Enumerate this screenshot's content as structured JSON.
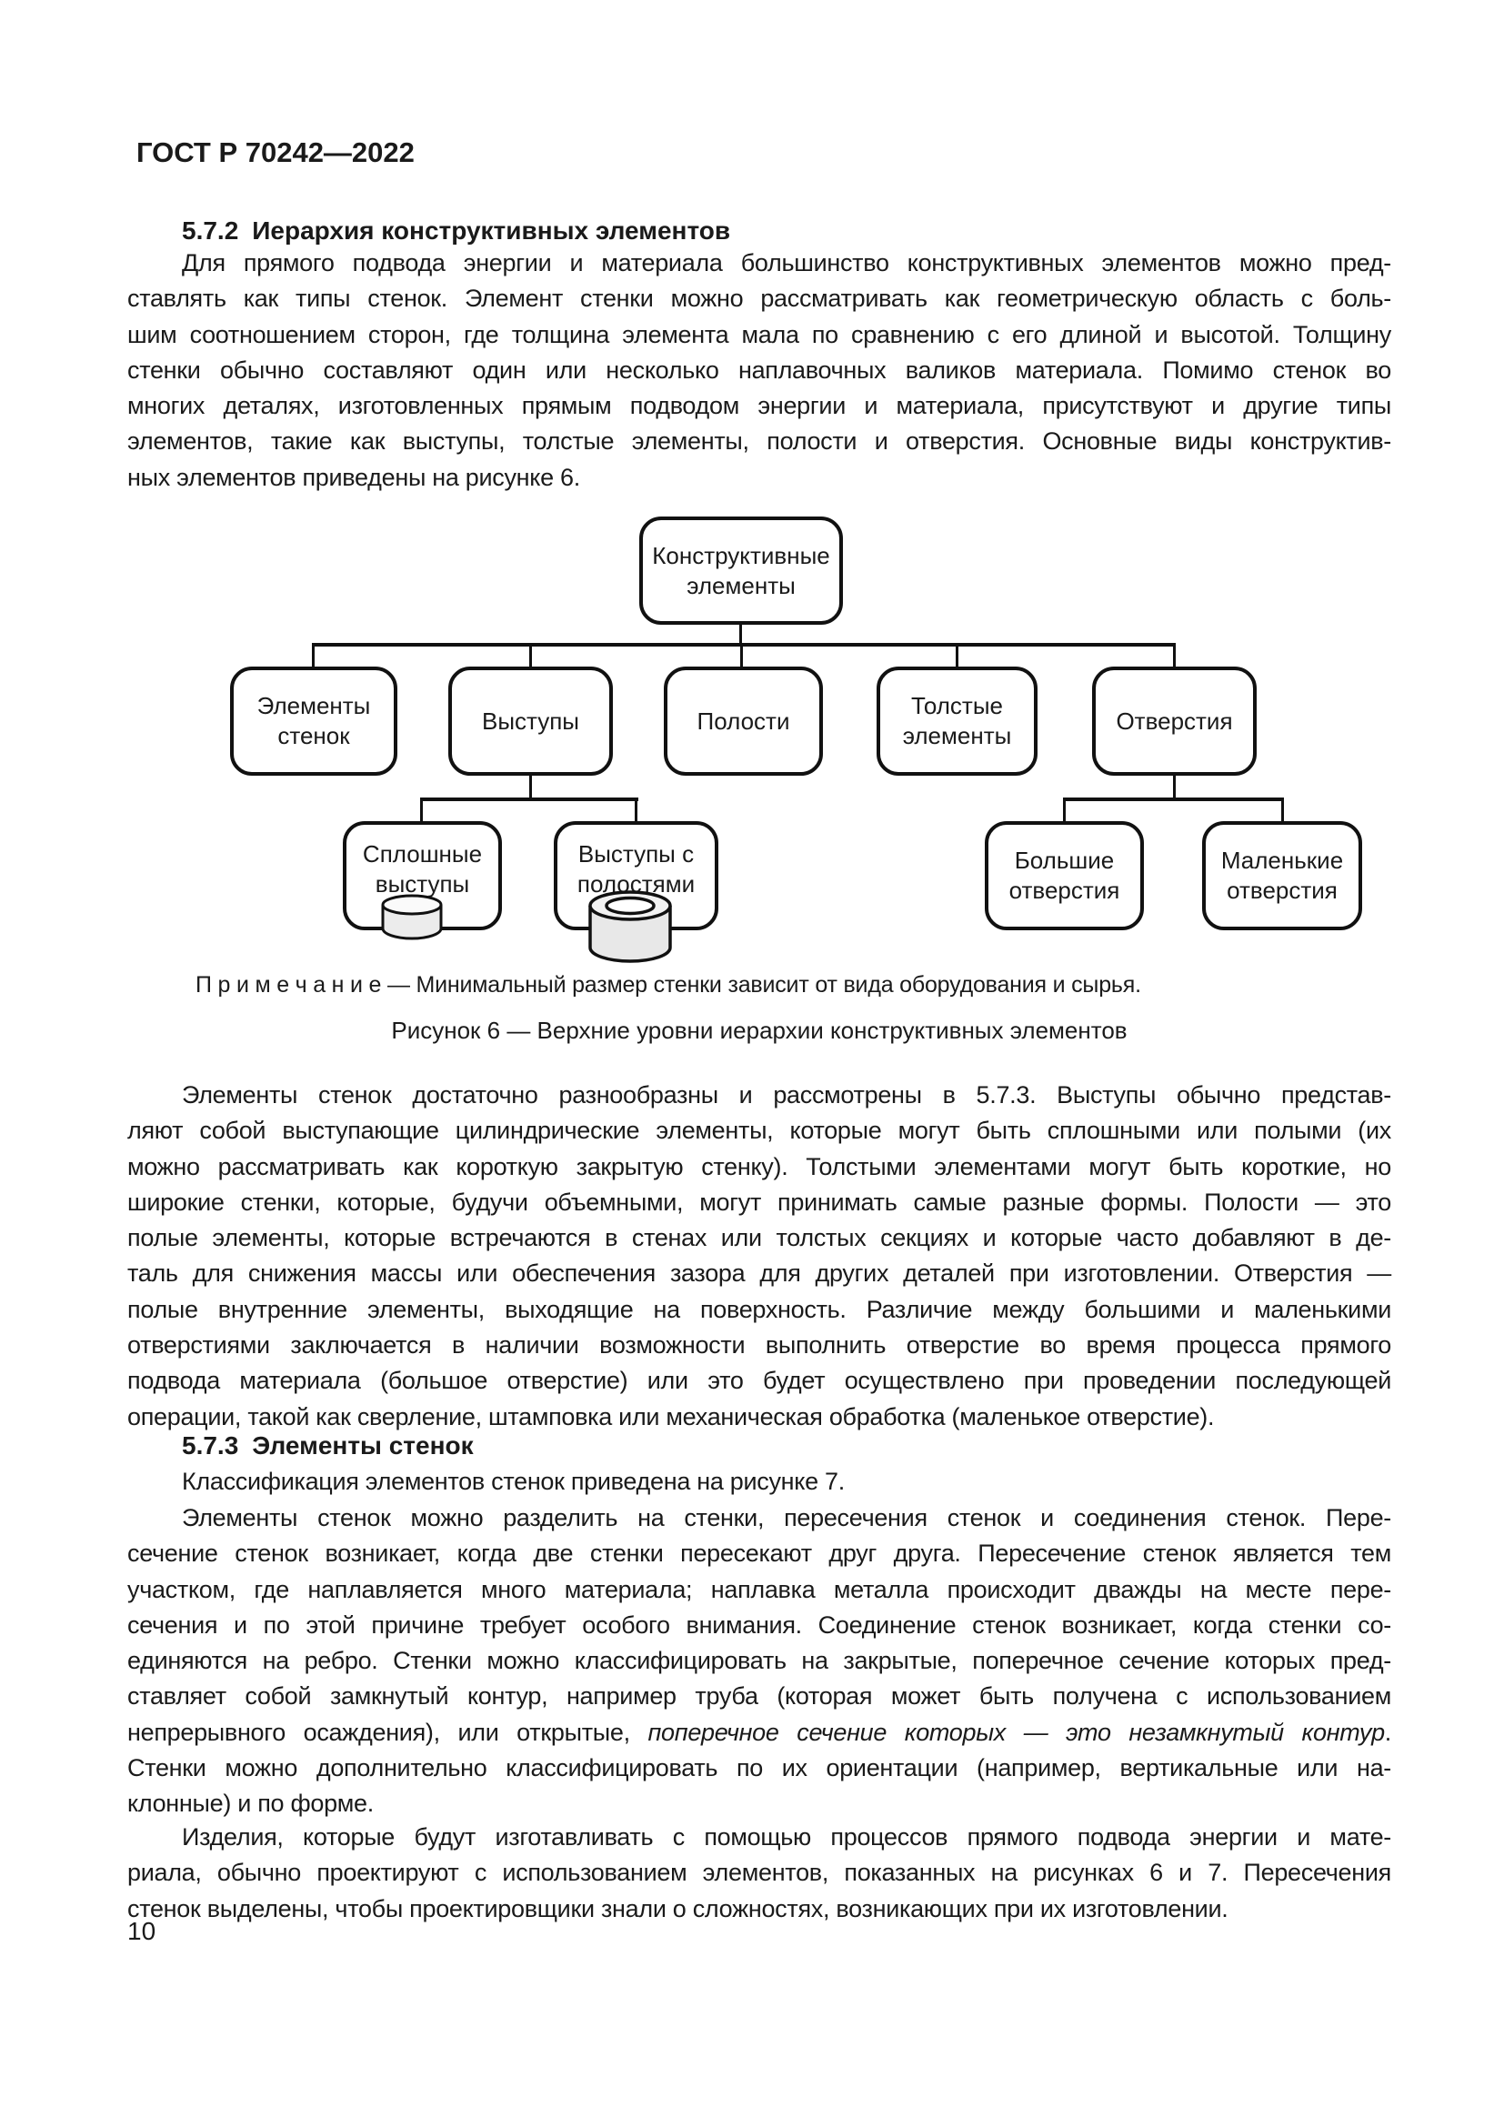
{
  "page": {
    "doc_number": "ГОСТ Р 70242—2022",
    "page_number": "10"
  },
  "colors": {
    "background": "#ffffff",
    "text": "#1a1a1a",
    "line": "#111111"
  },
  "sections": {
    "s572": {
      "number": "5.7.2",
      "title": "Иерархия конструктивных элементов"
    },
    "s573": {
      "number": "5.7.3",
      "title": "Элементы стенок"
    }
  },
  "paragraphs": {
    "p1": {
      "indent_first": true,
      "lines": [
        "Для прямого подвода энергии и материала большинство конструктивных элементов можно пред-",
        "ставлять как типы стенок. Элемент стенки можно рассматривать как геометрическую область с боль-",
        "шим соотношением сторон, где толщина элемента мала по сравнению с его длиной и высотой. Толщину",
        "стенки обычно составляют один или несколько наплавочных валиков материала. Помимо стенок во",
        "многих деталях, изготовленных прямым подводом энергии и материала, присутствуют и другие типы",
        "элементов, такие как выступы, толстые элементы, полости и отверстия. Основные виды конструктив-",
        "ных элементов приведены на рисунке 6."
      ]
    },
    "p2": {
      "indent_first": true,
      "lines": [
        "Элементы стенок достаточно разнообразны и рассмотрены в 5.7.3. Выступы обычно представ-",
        "ляют собой выступающие цилиндрические элементы, которые могут быть сплошными или полыми (их",
        "можно рассматривать как короткую закрытую стенку). Толстыми элементами могут быть короткие, но",
        "широкие стенки, которые, будучи объемными, могут принимать самые разные формы. Полости — это",
        "полые элементы, которые встречаются в стенах или толстых секциях и которые часто добавляют в де-",
        "таль для снижения массы или обеспечения зазора для других деталей при изготовлении. Отверстия —",
        "полые внутренние элементы, выходящие на поверхность. Различие между большими и маленькими",
        "отверстиями заключается в наличии возможности выполнить отверстие во время процесса прямого",
        "подвода материала (большое отверстие) или это будет осуществлено при проведении последующей",
        "операции, такой как сверление, штамповка или механическая обработка (маленькое отверстие)."
      ]
    },
    "p3": {
      "indent_first": true,
      "lines": [
        "Классификация элементов стенок приведена на рисунке 7."
      ]
    },
    "p4": {
      "indent_first": true,
      "lines": [
        "Элементы стенок можно разделить на стенки, пересечения стенок и соединения стенок. Пере-",
        "сечение стенок возникает, когда две стенки пересекают друг друга. Пересечение стенок является тем",
        "участком, где наплавляется много материала; наплавка металла происходит дважды на месте пере-",
        "сечения и по этой причине требует особого внимания. Соединение стенок возникает, когда стенки со-",
        "единяются на ребро. Стенки можно классифицировать на закрытые, поперечное сечение которых пред-",
        "ставляет собой замкнутый контур, например труба (которая может быть получена с использованием",
        {
          "parts": [
            {
              "t": "непрерывного осаждения), или открытые, "
            },
            {
              "t": "поперечное сечение которых — это незамкнутый контур",
              "i": true
            },
            {
              "t": "."
            }
          ]
        },
        "Стенки можно дополнительно классифицировать по их ориентации (например, вертикальные или на-",
        "клонные) и по форме."
      ]
    },
    "p5": {
      "indent_first": true,
      "lines": [
        "Изделия, которые будут изготавливать с помощью процессов прямого подвода энергии и мате-",
        "риала, обычно проектируют с использованием элементов, показанных на рисунках 6 и 7. Пересечения",
        "стенок выделены, чтобы проектировщики знали о сложностях, возникающих при их изготовлении."
      ]
    }
  },
  "figure6": {
    "note": "П р и м е ч а н и е — Минимальный размер стенки зависит от вида оборудования и сырья.",
    "caption": "Рисунок 6 — Верхние уровни иерархии конструктивных элементов",
    "nodes": {
      "root": "Конструктивные элементы",
      "wall_elements": "Элементы стенок",
      "protrusions": "Выступы",
      "cavities": "Полости",
      "thick_elements": "Толстые элементы",
      "holes": "Отверстия",
      "solid_protrusions": "Сплошные выступы",
      "hollow_protrusions": "Выступы с полостями",
      "large_holes": "Большие отверстия",
      "small_holes": "Маленькие отверстия"
    },
    "icons": {
      "solid_cylinder": "solid-cylinder-icon",
      "hollow_cylinder": "hollow-cylinder-icon"
    }
  }
}
